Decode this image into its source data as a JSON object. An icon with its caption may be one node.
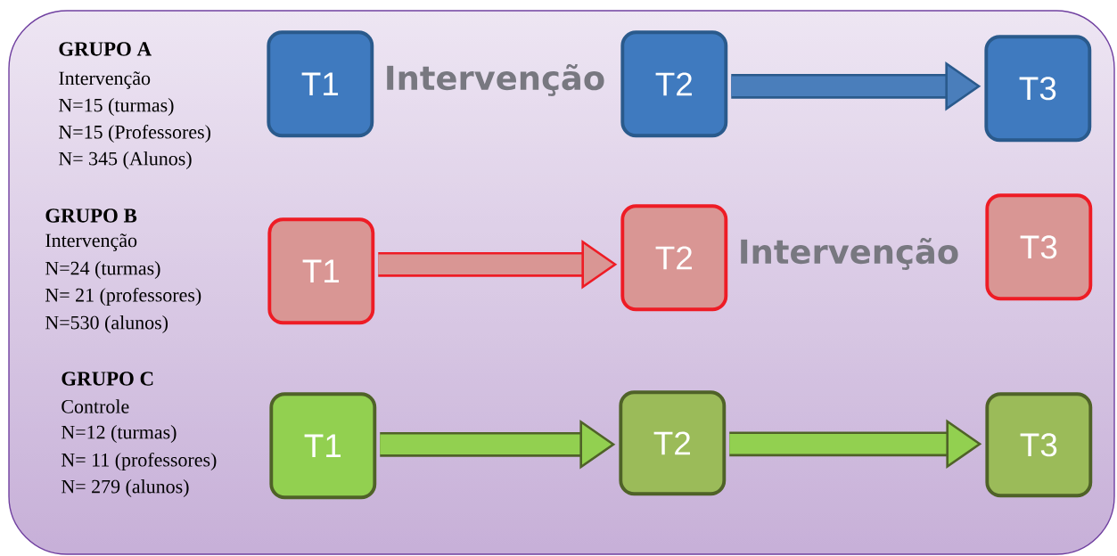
{
  "diagram": {
    "nodes": [
      {
        "text": [],
        "shape": "box"
      },
      {
        "text": [
          "T1"
        ],
        "in": 0
      },
      {
        "text": [
          "T2"
        ],
        "in": 0
      },
      {
        "text": [
          "T3"
        ],
        "in": 0
      },
      {
        "text": [
          "T1"
        ],
        "in": 0
      },
      {
        "text": [
          "T2"
        ],
        "in": 0
      },
      {
        "text": [
          "T3"
        ],
        "in": 0
      },
      {
        "text": [
          "T1"
        ],
        "in": 0
      },
      {
        "text": [
          "T2"
        ],
        "in": 0
      },
      {
        "text": [
          "T3"
        ],
        "in": 0
      }
    ],
    "edges": [
      {
        "from": 2,
        "to": 3,
        "arrow": "to",
        "color": "#2a5a8c"
      },
      {
        "from": 4,
        "to": 5,
        "arrow": "to",
        "color": "#ee1c25"
      },
      {
        "from": 7,
        "to": 8,
        "arrow": "to",
        "color": "#4f6228"
      },
      {
        "from": 8,
        "to": 9,
        "arrow": "to",
        "color": "#4f6228"
      }
    ],
    "labels": [
      "GRUPO A",
      "Intervenção",
      "N=15 (turmas)",
      "N=15 (Professores)",
      "N= 345 (Alunos)",
      "Intervenção",
      "GRUPO B",
      "Intervenção",
      "N=24 (turmas)",
      "N= 21 (professores)",
      "N=530 (alunos)",
      "Intervenção",
      "GRUPO C",
      "Controle",
      "N=12 (turmas)",
      "N= 11 (professores)",
      "N= 279 (alunos)"
    ]
  }
}
